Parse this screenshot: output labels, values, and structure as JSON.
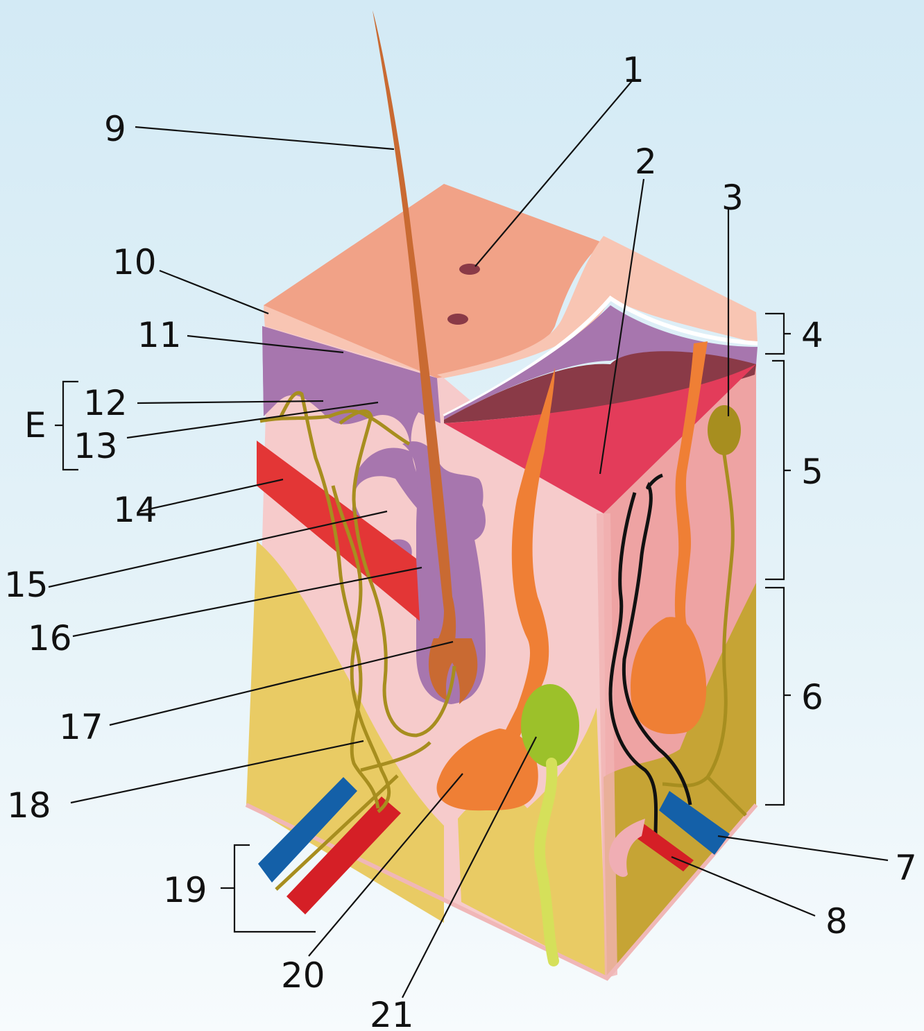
{
  "labels": {
    "l1": "1",
    "l2": "2",
    "l3": "3",
    "l4": "4",
    "l5": "5",
    "l6": "6",
    "l7": "7",
    "l8": "8",
    "l9": "9",
    "l10": "10",
    "l11": "11",
    "l12": "12",
    "l13": "13",
    "l14": "14",
    "l15": "15",
    "l16": "16",
    "l17": "17",
    "l18": "18",
    "l19": "19",
    "l20": "20",
    "l21": "21",
    "E": "E"
  },
  "colors": {
    "skin_surface": "#f1a287",
    "epidermis_light": "#f8c5b3",
    "epidermis_purple": "#a776ae",
    "dermis_pink": "#f6cbcb",
    "dermis_side": "#eea3a3",
    "fat_yellow": "#e9cb64",
    "fat_side": "#c6a435",
    "hair": "#c96a32",
    "sweat_duct_orange": "#ef7f35",
    "sebaceous_green": "#9cc12a",
    "nerve_olive": "#a78e1f",
    "artery_red": "#d51f26",
    "vein_blue": "#1460a8",
    "muscle_red": "#e33c5a",
    "muscle_dark": "#8a3a47"
  }
}
